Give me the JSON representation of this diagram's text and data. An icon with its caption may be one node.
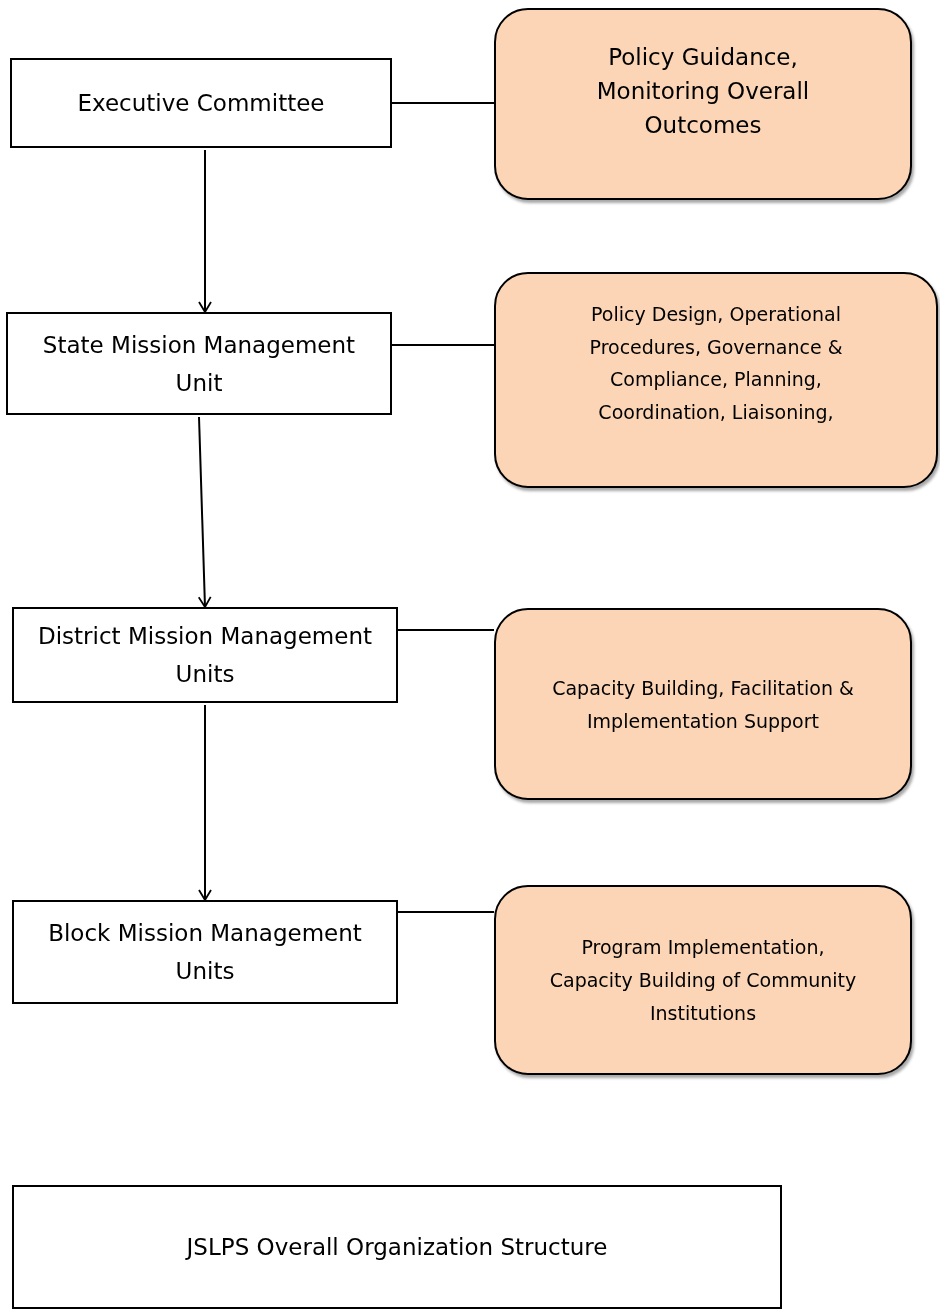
{
  "diagram": {
    "nodes": [
      {
        "text": [
          "Executive Committee"
        ]
      },
      {
        "text": [
          "Policy Guidance, Monitoring Overall Outcomes"
        ]
      },
      {
        "text": [
          "State Mission Management Unit"
        ]
      },
      {
        "text": [
          "Policy Design, Operational Procedures, Governance & Compliance, Planning, Coordination, Liaisoning,"
        ]
      },
      {
        "text": [
          "District Mission Management Units"
        ]
      },
      {
        "text": [
          "Capacity Building, Facilitation & Implementation Support"
        ]
      },
      {
        "text": [
          "Block Mission Management Units"
        ]
      },
      {
        "text": [
          "Program Implementation, Capacity Building of Community Institutions"
        ]
      },
      {
        "text": [
          "JSLPS Overall Organization Structure"
        ]
      }
    ],
    "edges": [
      {
        "from": 0,
        "to": 1,
        "arrow": "none"
      },
      {
        "from": 0,
        "to": 2,
        "arrow": "to"
      },
      {
        "from": 2,
        "to": 3,
        "arrow": "none"
      },
      {
        "from": 2,
        "to": 4,
        "arrow": "to"
      },
      {
        "from": 4,
        "to": 5,
        "arrow": "none"
      },
      {
        "from": 4,
        "to": 6,
        "arrow": "to"
      },
      {
        "from": 6,
        "to": 7,
        "arrow": "none"
      }
    ]
  }
}
